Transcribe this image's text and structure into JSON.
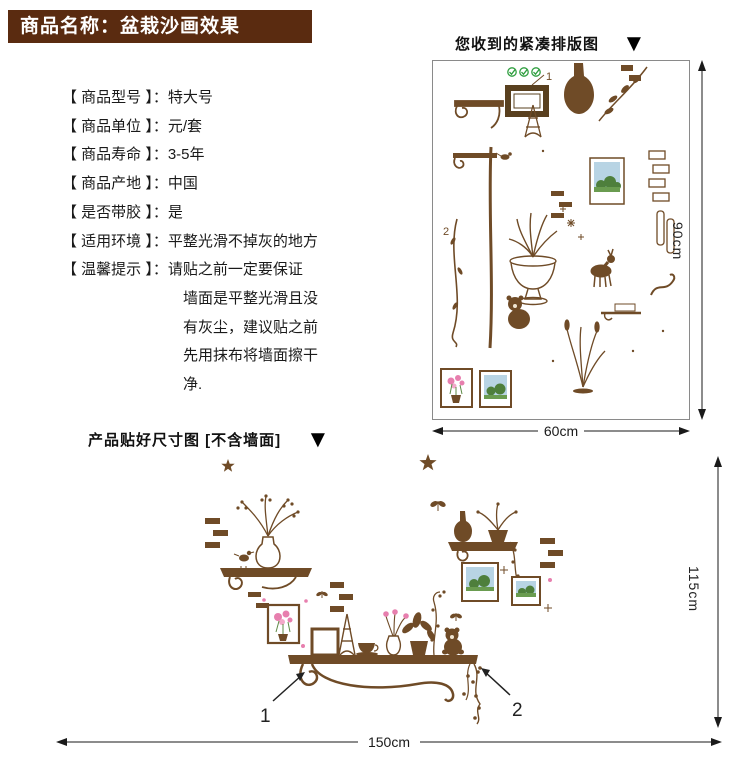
{
  "colors": {
    "brand-brown": "#5a2b10",
    "art-brown": "#6f4b27",
    "art-dark": "#59401f",
    "photo-green": "#4e7f3c",
    "photo-grass": "#6a9c50",
    "photo-sky": "#b8d4e4",
    "flower-pink": "#e77fae",
    "flower-pink-light": "#f3a8c9",
    "stem-green": "#5d8a46",
    "dim-color": "#1a1a1a"
  },
  "header": {
    "title": "商品名称：盆栽沙画效果"
  },
  "specs": {
    "rows": [
      {
        "label": "【 商品型号 】：",
        "value": "特大号"
      },
      {
        "label": "【 商品单位 】：",
        "value": "元/套"
      },
      {
        "label": "【 商品寿命 】：",
        "value": "3-5年"
      },
      {
        "label": "【 商品产地 】：",
        "value": "中国"
      },
      {
        "label": "【 是否带胶 】：",
        "value": "是"
      },
      {
        "label": "【 适用环境 】：",
        "value": "平整光滑不掉灰的地方"
      },
      {
        "label": "【 温馨提示 】：",
        "value": "请贴之前一定要保证"
      }
    ],
    "tip_lines": [
      "墙面是平整光滑且没",
      "有灰尘，建议贴之前",
      "先用抹布将墙面擦干",
      "净."
    ]
  },
  "packed": {
    "caption": "您收到的紧凑排版图",
    "height_label": "90cm",
    "width_label": "60cm",
    "marker_1": "1",
    "marker_2": "2"
  },
  "applied": {
    "caption": "产品贴好尺寸图 [不含墙面]",
    "height_label": "115cm",
    "width_label": "150cm",
    "marker_1": "1",
    "marker_2": "2"
  },
  "icons": {
    "caption_triangle": "▼"
  }
}
